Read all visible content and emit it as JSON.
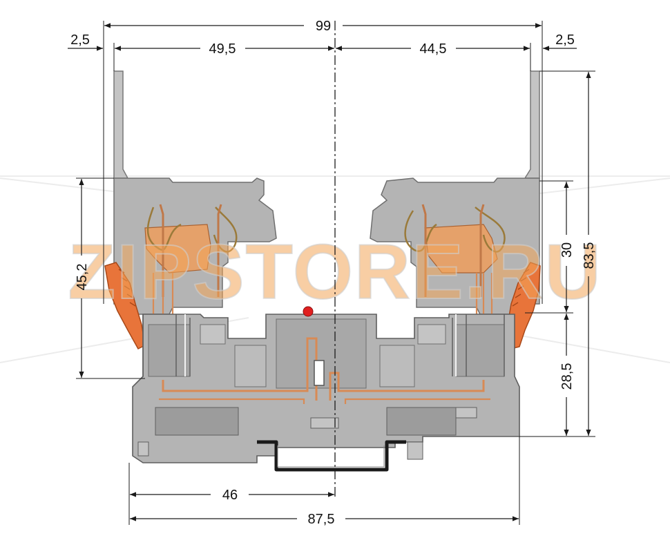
{
  "watermark": {
    "text": "ZIPSTORE.RU"
  },
  "dimensions": {
    "overall_width": "99",
    "left_offset": "2,5",
    "right_offset": "2,5",
    "left_half": "49,5",
    "right_half": "44,5",
    "overall_height": "83,5",
    "upper_height": "30",
    "lower_height": "28,5",
    "left_height": "45,2",
    "base_left": "46",
    "base_width": "87,5"
  },
  "colors": {
    "housing": "#b4b4b4",
    "housing_light": "#c8c8c8",
    "housing_dark": "#8c8c8c",
    "contact": "#e8a067",
    "lever": "#e8743a",
    "rail": "#1a1a1a",
    "led": "#e02020",
    "dim_line": "#1a1a1a",
    "watermark": "#f3a55a"
  }
}
